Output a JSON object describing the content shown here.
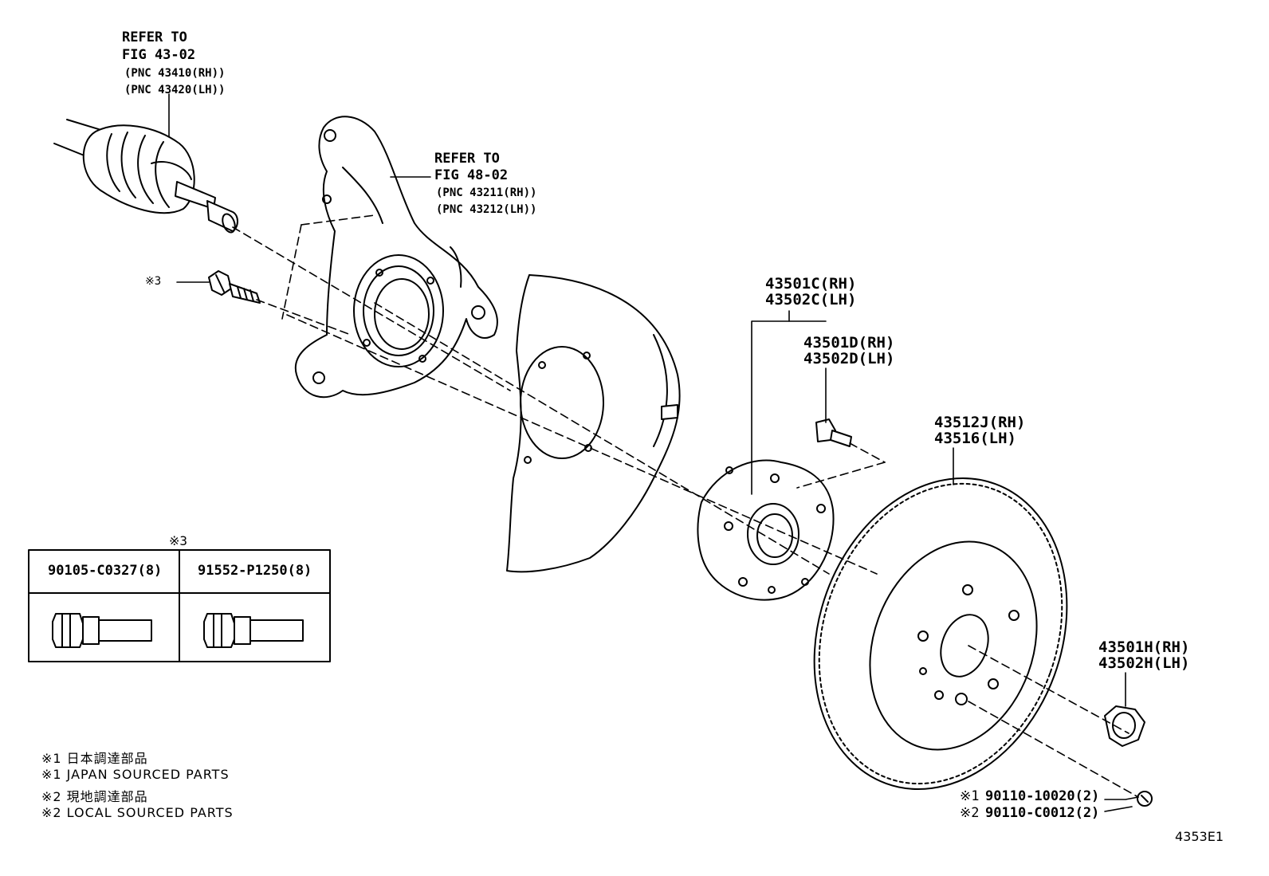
{
  "refs": {
    "driveshaft": {
      "line1": "REFER TO",
      "line2": "FIG 43-02",
      "line3": "(PNC 43410(RH))",
      "line4": "(PNC 43420(LH))"
    },
    "knuckle": {
      "line1": "REFER TO",
      "line2": "FIG 48-02",
      "line3": "(PNC 43211(RH))",
      "line4": "(PNC 43212(LH))"
    }
  },
  "callouts": {
    "bolt_mark": "※3",
    "hub_assy": {
      "rh": "43501C(RH)",
      "lh": "43502C(LH)"
    },
    "hub_bolt": {
      "rh": "43501D(RH)",
      "lh": "43502D(LH)"
    },
    "disc": {
      "rh": "43512J(RH)",
      "lh": "43516(LH)"
    },
    "nut": {
      "rh": "43501H(RH)",
      "lh": "43502H(LH)"
    },
    "screw1": {
      "mark": "※1",
      "part": "90110-10020(2)"
    },
    "screw2": {
      "mark": "※2",
      "part": "90110-C0012(2)"
    }
  },
  "table": {
    "mark": "※3",
    "col1": "90105-C0327(8)",
    "col2": "91552-P1250(8)"
  },
  "legend": [
    "※1 日本調達部品",
    "※1 JAPAN SOURCED PARTS",
    "※2 現地調達部品",
    "※2 LOCAL SOURCED PARTS"
  ],
  "figure_id": "4353E1"
}
